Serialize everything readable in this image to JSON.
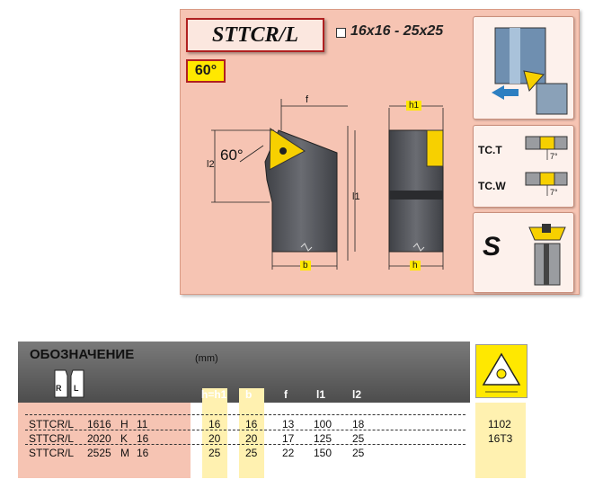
{
  "title": "STTCR/L",
  "angle_badge": "60°",
  "size_range": "16x16 - 25x25",
  "drawing": {
    "angle_label": "60°",
    "dims": {
      "f": "f",
      "l2": "l2",
      "l1": "l1",
      "b": "b",
      "h1": "h1",
      "h": "h"
    }
  },
  "tc": {
    "t": "TC.T",
    "w": "TC.W",
    "deg": "7°"
  },
  "s_label": "S",
  "table": {
    "title": "ОБОЗНАЧЕНИЕ",
    "unit": "(mm)",
    "rl": [
      "R",
      "L"
    ],
    "columns": [
      "h=h1",
      "b",
      "f",
      "l1",
      "l2"
    ],
    "rows": [
      {
        "name": "STTCR/L",
        "size": "1616",
        "letter": "H",
        "len": "11",
        "h": "16",
        "b": "16",
        "f": "13",
        "l1": "100",
        "l2": "18"
      },
      {
        "name": "STTCR/L",
        "size": "2020",
        "letter": "K",
        "len": "16",
        "h": "20",
        "b": "20",
        "f": "17",
        "l1": "125",
        "l2": "25"
      },
      {
        "name": "STTCR/L",
        "size": "2525",
        "letter": "M",
        "len": "16",
        "h": "25",
        "b": "25",
        "f": "22",
        "l1": "150",
        "l2": "25"
      }
    ],
    "insert": [
      "1102",
      "16T3"
    ]
  },
  "colors": {
    "panel": "#f6c4b3",
    "accent_red": "#b02020",
    "yellow": "#ffe800",
    "tool_dark": "#4f5157"
  }
}
